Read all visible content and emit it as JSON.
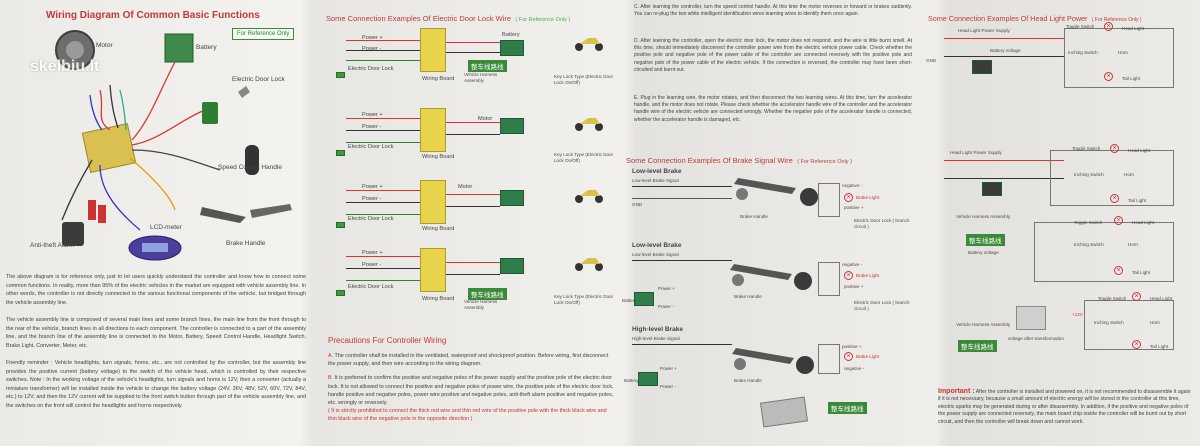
{
  "watermark": "skelbiu.lt",
  "panel1": {
    "title": "Wiring Diagram Of Common Basic Functions",
    "ref_box": "For Reference Only",
    "components": {
      "motor": "Motor",
      "battery": "Battery",
      "door_lock": "Electric Door Lock",
      "speed_handle": "Speed Control Handle",
      "lcd": "LCD-meter",
      "alarm": "Anti-theft Alarm",
      "brake": "Brake Handle"
    },
    "paragraph_1": "The above diagram is for reference only, just to let users quickly understand the controller and know how to connect some common functions. In reality, more than 95% of the electric vehicles in the market are equipped with vehicle assembly line. In other words, the controller is not directly connected to the various functional components of the vehicle, but bridged through the vehicle assembly line.",
    "paragraph_2": "The vehicle assembly line is composed of several main lines and some branch lines, the main line from the front through to the rear of the vehicle, branch lines in all directions to each component. The controller is connected to a part of the assembly line, and the branch line of the assembly line is connected to the Motor, Battery, Speed Control Handle, Headlight Switch, Brake Light, Converter, Meter, etc.",
    "paragraph_3": "Friendly reminder : Vehicle headlights, turn signals, horns, etc., are not controlled by the controller, but the assembly line provides the positive current (battery voltage) to the switch of the vehicle head, which is controlled by their respective switches. Note : In the working voltage of the vehicle's headlights, turn signals and horns is 12V, then a converter (actually a miniature transformer) will be installed inside the vehicle to change the battery voltage (24V, 36V, 48V, 52V, 60V, 72V, 84V, etc.) to 12V, and then the 12V current will be supplied to the front switch button through part of the vehicle assembly line, and the switches on the front will control the headlights and horns respectively."
  },
  "panel2": {
    "title": "Some Connection Examples Of Electric Door Lock Wire",
    "ref": "( For Reference Only )",
    "labels": {
      "power_pos": "Power +",
      "power_neg": "Power -",
      "door_lock": "Electric Door Lock",
      "motor": "Motor",
      "battery": "Battery",
      "wiring_board": "Wiring Board",
      "harness": "Vehicle Harness Assembly",
      "key_lock": "Key Lock Type (Electric Door Lock On/Off)",
      "cn_harness": "整车线路线"
    },
    "precautions_title": "Precautions For Controller Wiring",
    "precaution_a_prefix": "A.",
    "precaution_a": "The controller shall be installed in the ventilated, waterproof and shockproof position. Before wiring, first disconnect the power supply, and then wire according to the wiring diagram.",
    "precaution_b_prefix": "B.",
    "precaution_b": "It is preferred to confirm the positive and negative poles of the power supply and the positive pole of the electric door lock. It is not allowed to connect the positive and negative poles of power wire, the positive pole of the electric door lock, handle positive and negative poles, power wire positive and negative poles, anti-theft alarm positive and negative poles, etc. wrongly or reversely.",
    "precaution_note": "( It is strictly prohibited to connect the thick red wire and thin red wire of the positive pole with the thick black wire and thin black wire of the negative pole in the opposite direction )"
  },
  "panel3": {
    "top_c": "C. After learning the controller, turn the speed control handle. At this time the motor reverses or forward or brakes suddenly. You can re-plug the two white intelligent identification wires learning wires to identify them once again.",
    "top_d": "D. After learning the controller, open the electric door lock, the motor does not respond, and the wire is little burnt smell. At this time, should immediately disconnect the controller power wire from the electric vehicle power cable. Check whether the positive pole and negative pole of the power cable of the controller are connected reversely with the positive pole and negative pole of the power cable of the electric vehicle. If the connection is reversed, the controller may have been short-circuited and burnt out.",
    "top_e": "E. Plug in the learning wire, the motor rotates, and then disconnect the two learning wires. At this time, turn the accelerator handle, and the motor does not rotate. Please check whether the accelerator handle wire of the controller and the accelerator handle wire of the electric vehicle are connected wrongly. Whether the negative pole of the accelerator handle is connected, whether the accelerator handle is damaged, etc.",
    "title": "Some Connection Examples Of Brake Signal Wire",
    "ref": "( For Reference Only )",
    "low_brake_1": "Low-level Brake",
    "low_brake_1_sub": "Low-level Brake Signal",
    "low_brake_2": "Low-level Brake",
    "low_brake_2_sub": "Low-level Brake Signal",
    "high_brake": "High-level Brake",
    "high_brake_sub": "High-level Brake Signal",
    "gnd": "GND",
    "brake_handle": "Brake Handle",
    "brake_light": "Brake Light",
    "negative": "negative -",
    "positive": "positive +",
    "door_lock_branch": "Electric Door Lock ( branch circuit )",
    "power_pos": "Power +",
    "power_neg": "Power -",
    "battery": "Battery",
    "cn_harness": "整车线路线"
  },
  "panel4": {
    "title": "Some Connection Examples Of Head Light Power",
    "ref": "( For Reference Only )",
    "head_light_supply": "Head Light Power Supply",
    "head_light": "Head Light",
    "horn": "Horn",
    "tail_light": "Tail Light",
    "toggle_switch": "Toggle Switch",
    "inching_switch": "Inching Switch",
    "battery_voltage": "Battery voltage",
    "harness": "Vehicle Harness Assembly",
    "v12": "+12V",
    "gnd": "GND",
    "converter_note": "voltage after transformation",
    "cn_harness": "整车线路线",
    "important_title": "Important :",
    "important_text": "After the controller is installed and powered on, it is not recommended to disassemble it again if it is not necessary, because a small amount of electric energy will be stored in the controller at this time, electric sparks may be generated during or after disassembly. In addition, if the positive and negative poles of the power supply are connected reversely, the main board chip inside the controller will be burnt out by short circuit, and then the controller will break down and cannot work."
  },
  "colors": {
    "title_red": "#c03a3a",
    "ref_green": "#2e7d32",
    "board_yellow": "#e8d34c",
    "battery_green": "#2e7d4a"
  }
}
